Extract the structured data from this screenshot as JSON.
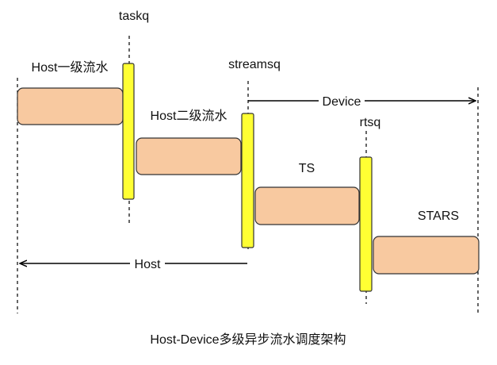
{
  "queues": {
    "taskq": "taskq",
    "streamsq": "streamsq",
    "rtsq": "rtsq"
  },
  "stages": {
    "host_level1": "Host一级流水",
    "host_level2": "Host二级流水",
    "ts": "TS",
    "stars": "STARS"
  },
  "spans": {
    "device": "Device",
    "host": "Host"
  },
  "caption": "Host-Device多级异步流水调度架构",
  "colors": {
    "stage_fill": "#f8c9a0",
    "stage_stroke": "#333333",
    "queue_fill": "#ffff33",
    "queue_stroke": "#333333",
    "line": "#000000"
  }
}
